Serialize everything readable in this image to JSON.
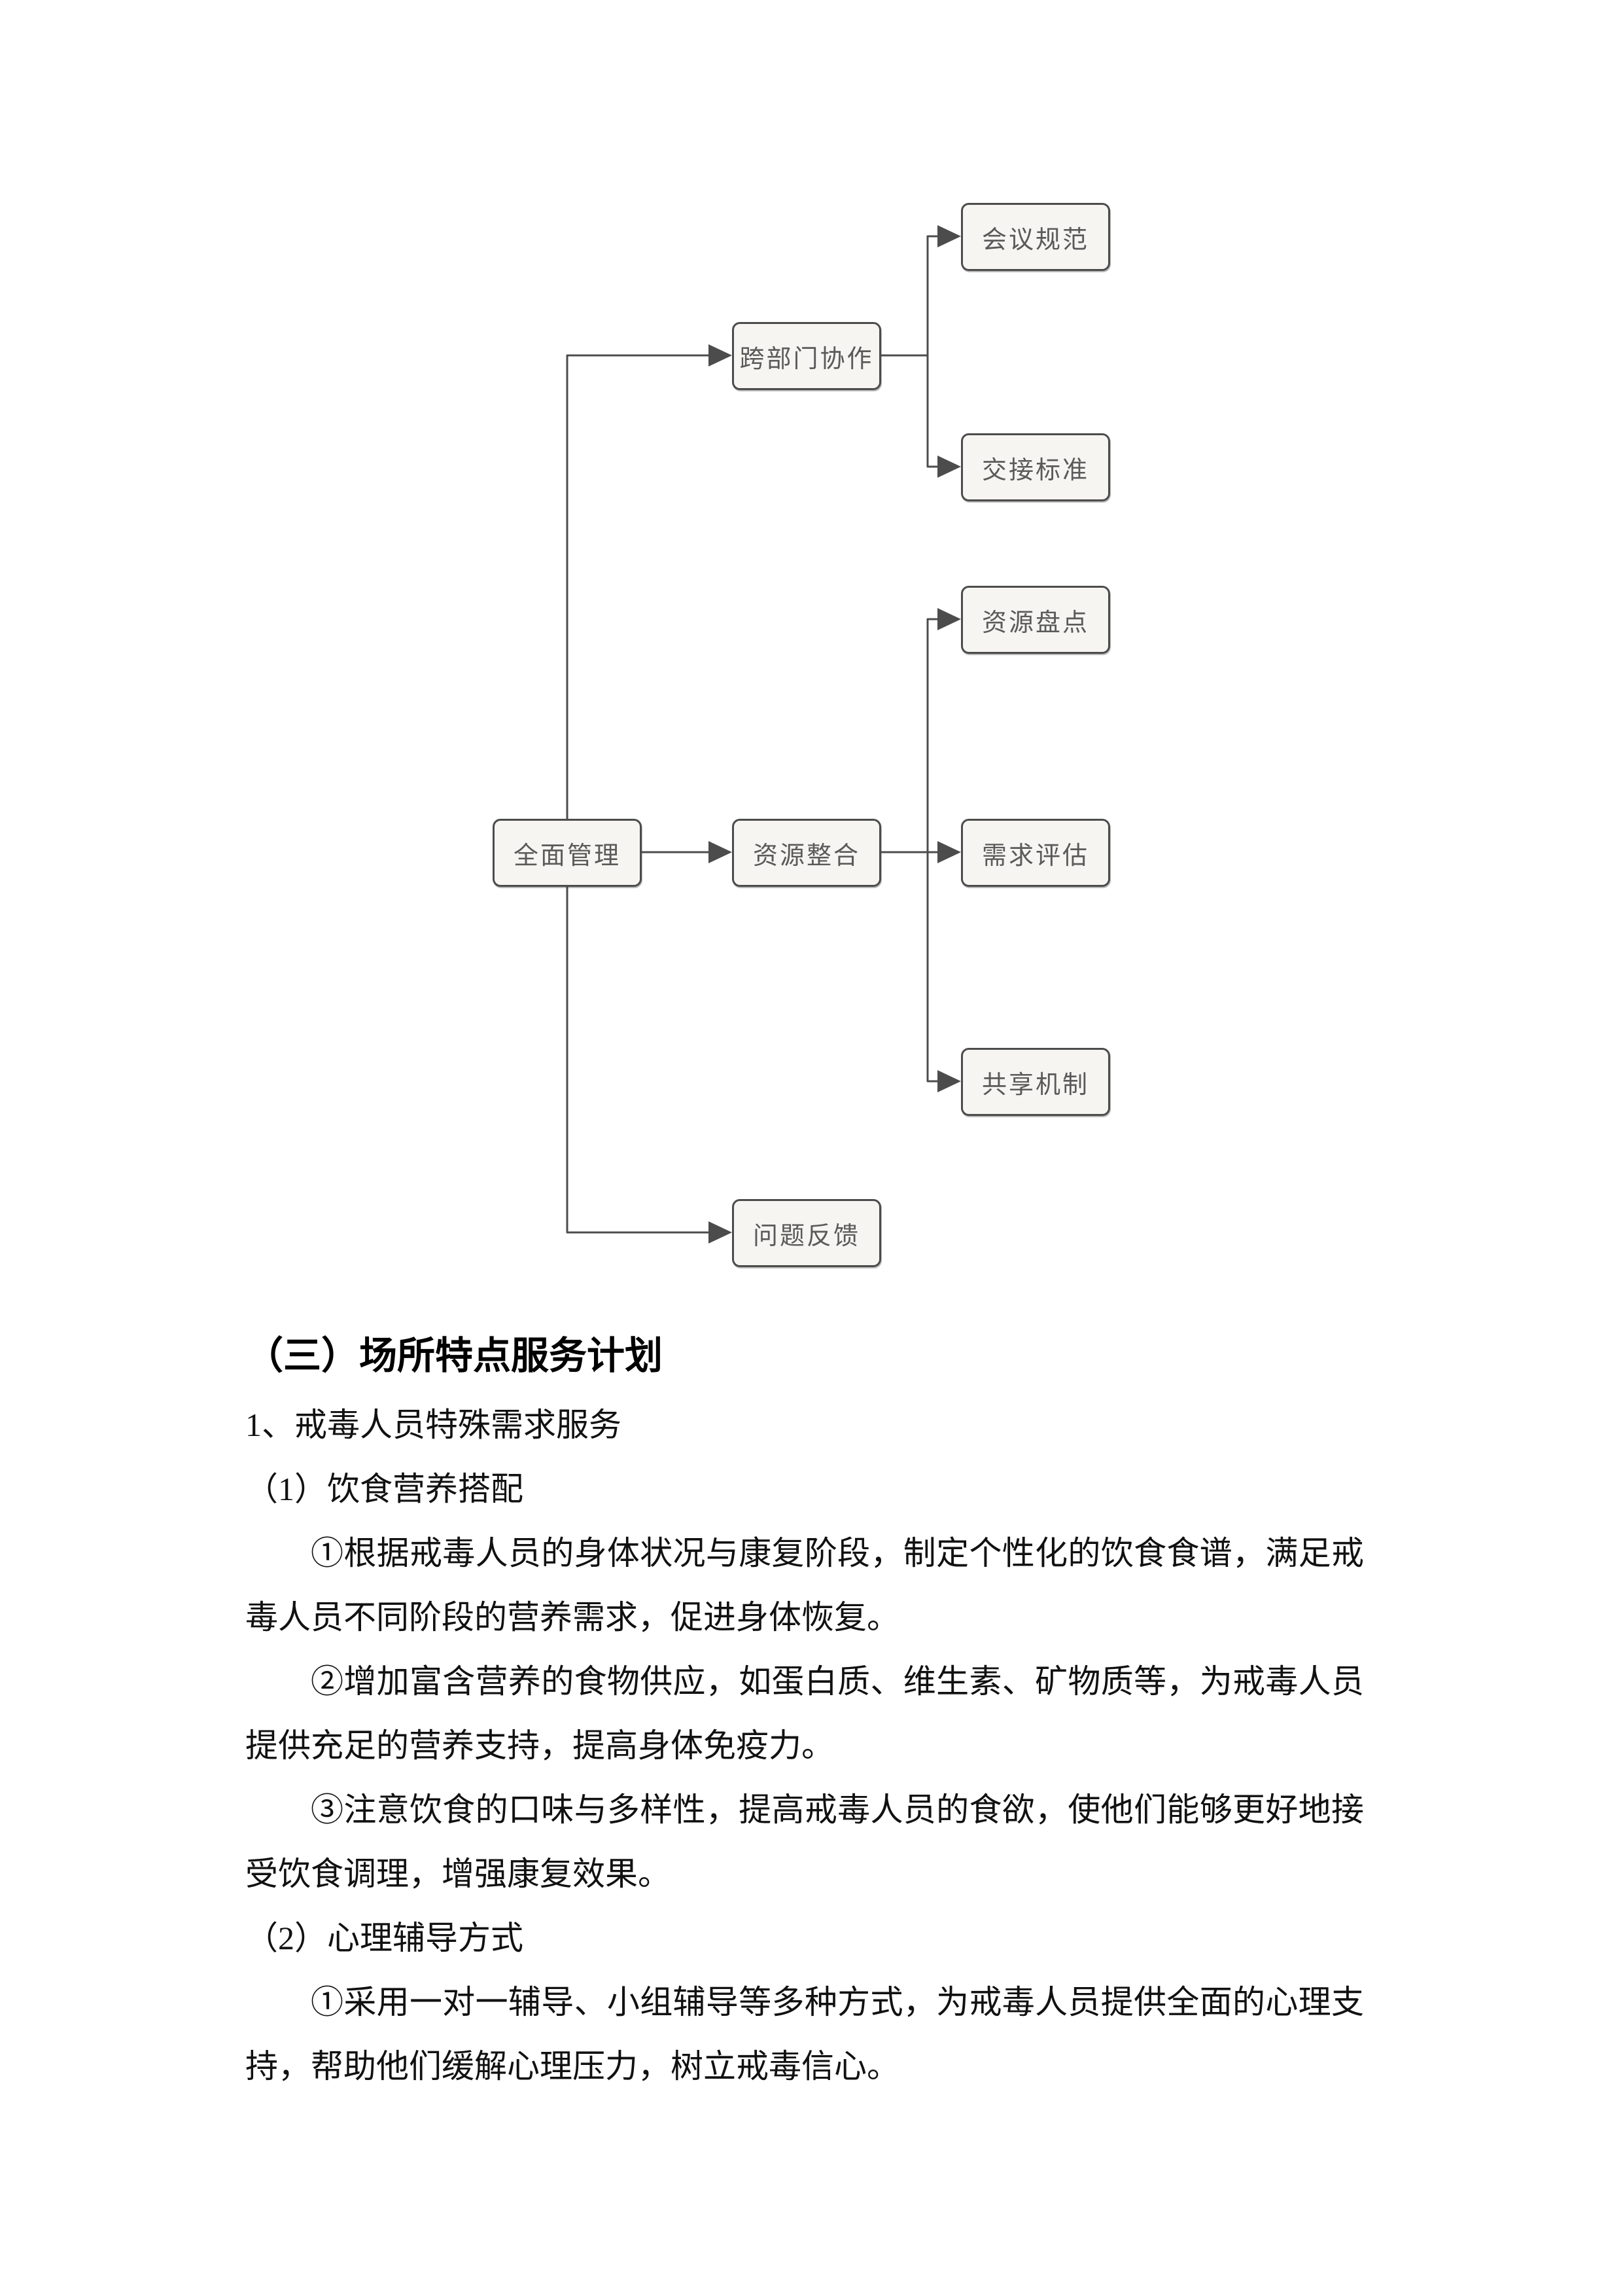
{
  "diagram": {
    "style": {
      "box_fill": "#f6f5f1",
      "box_border": "#4c4c4c",
      "line_color": "#4c4c4c",
      "box_text_color": "#5a5a5a"
    },
    "nodes": {
      "root": {
        "label": "全面管理"
      },
      "collab": {
        "label": "跨部门协作"
      },
      "resource": {
        "label": "资源整合"
      },
      "feedback": {
        "label": "问题反馈"
      },
      "meeting": {
        "label": "会议规范"
      },
      "handover": {
        "label": "交接标准"
      },
      "inventory": {
        "label": "资源盘点"
      },
      "assessment": {
        "label": "需求评估"
      },
      "sharing": {
        "label": "共享机制"
      }
    }
  },
  "document": {
    "heading": "（三）场所特点服务计划",
    "paragraphs": [
      {
        "text": "1、戒毒人员特殊需求服务"
      },
      {
        "text": "（1）饮食营养搭配"
      },
      {
        "text": "①根据戒毒人员的身体状况与康复阶段，制定个性化的饮食食谱，满足戒毒人员不同阶段的营养需求，促进身体恢复。"
      },
      {
        "text": "②增加富含营养的食物供应，如蛋白质、维生素、矿物质等，为戒毒人员提供充足的营养支持，提高身体免疫力。"
      },
      {
        "text": "③注意饮食的口味与多样性，提高戒毒人员的食欲，使他们能够更好地接受饮食调理，增强康复效果。"
      },
      {
        "text": "（2）心理辅导方式"
      },
      {
        "text": "①采用一对一辅导、小组辅导等多种方式，为戒毒人员提供全面的心理支持，帮助他们缓解心理压力，树立戒毒信心。"
      }
    ]
  }
}
